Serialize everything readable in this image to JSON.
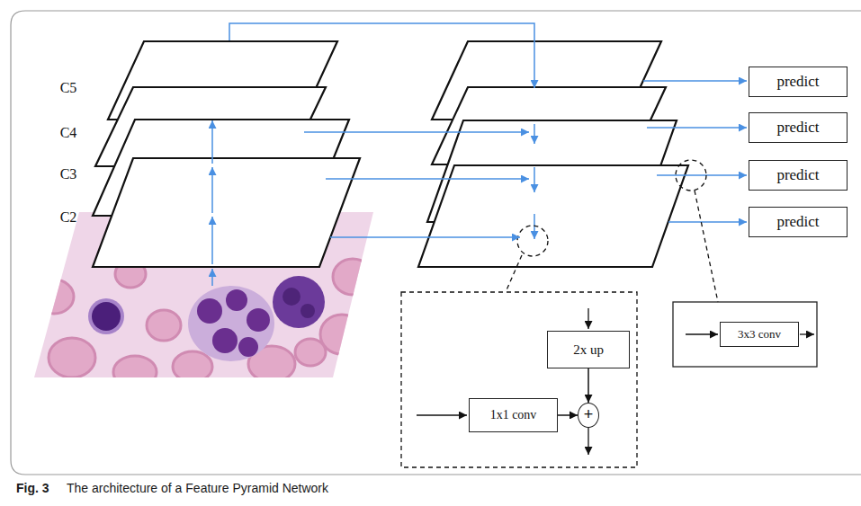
{
  "diagram": {
    "caption": "The architecture of a Feature Pyramid Network",
    "nodes": [
      {
        "text": [
          "C5"
        ]
      },
      {
        "text": [
          "C4"
        ]
      },
      {
        "text": [
          "C3"
        ]
      },
      {
        "text": [
          "C2"
        ]
      },
      {
        "text": [
          "predict"
        ]
      },
      {
        "text": [
          "predict"
        ]
      },
      {
        "text": [
          "predict"
        ]
      },
      {
        "text": [
          "predict"
        ]
      },
      {
        "text": [
          "2x up"
        ]
      },
      {
        "text": [
          "1x1 conv"
        ]
      },
      {
        "text": [
          "+"
        ]
      },
      {
        "text": [
          "3x3 conv"
        ]
      }
    ],
    "edges": [
      {
        "from": 3,
        "to": 2,
        "arrow": "to"
      },
      {
        "from": 2,
        "to": 1,
        "arrow": "to"
      },
      {
        "from": 1,
        "to": 0,
        "arrow": "to"
      },
      {
        "from": 8,
        "to": 10,
        "arrow": "to"
      },
      {
        "from": 9,
        "to": 10,
        "arrow": "to"
      }
    ],
    "labels": [
      "Fig. 3"
    ]
  }
}
